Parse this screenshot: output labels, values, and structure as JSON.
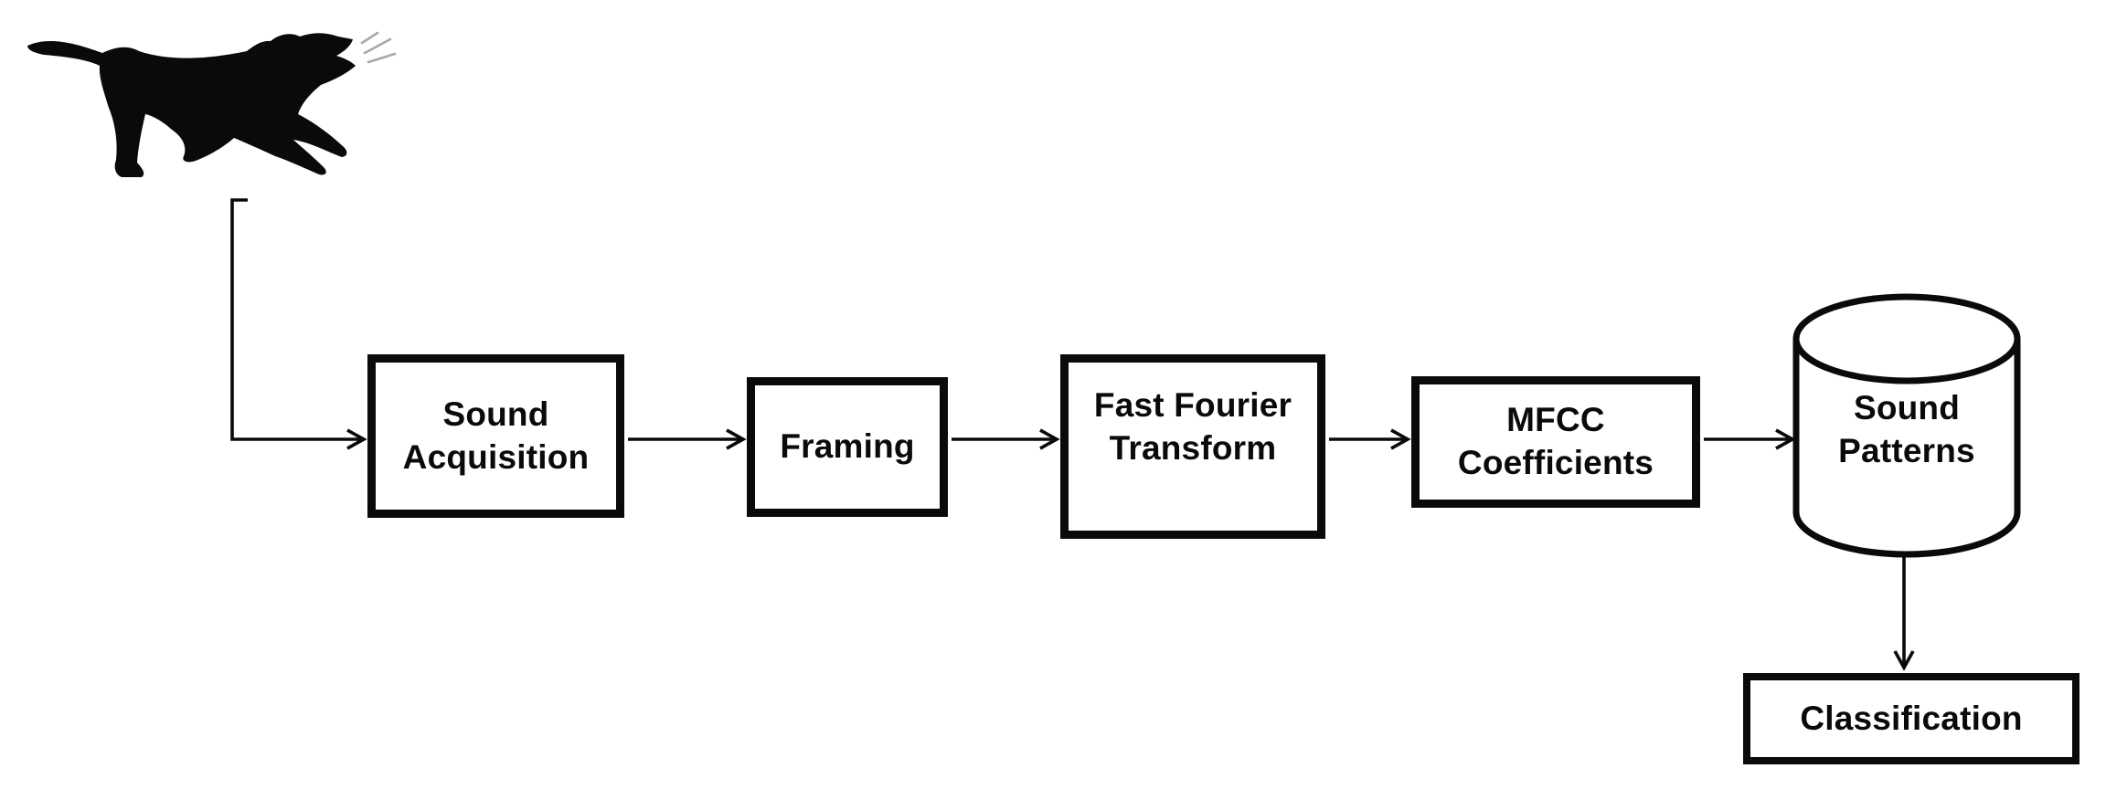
{
  "colors": {
    "background": "#ffffff",
    "line": "#0a0a0a",
    "box_border": "#0a0a0a",
    "text": "#0a0a0a",
    "sound_wave": "#a8a8a8"
  },
  "icons": {
    "source": "barking-dog-icon",
    "emission": "sound-wave-lines-icon",
    "storage": "database-cylinder-shape",
    "connector": "arrowhead-icon"
  },
  "nodes": {
    "sound_acquisition": {
      "line1": "Sound",
      "line2": "Acquisition"
    },
    "framing": {
      "label": "Framing"
    },
    "fast_fourier_transform": {
      "line1": "Fast Fourier",
      "line2": "Transform"
    },
    "mfcc_coefficients": {
      "line1": "MFCC",
      "line2": "Coefficients"
    },
    "sound_patterns": {
      "line1": "Sound",
      "line2": "Patterns"
    },
    "classification": {
      "label": "Classification"
    }
  },
  "edges": [
    {
      "from": "barking_dog",
      "to": "sound_acquisition"
    },
    {
      "from": "sound_acquisition",
      "to": "framing"
    },
    {
      "from": "framing",
      "to": "fast_fourier_transform"
    },
    {
      "from": "fast_fourier_transform",
      "to": "mfcc_coefficients"
    },
    {
      "from": "mfcc_coefficients",
      "to": "sound_patterns"
    },
    {
      "from": "sound_patterns",
      "to": "classification"
    }
  ]
}
